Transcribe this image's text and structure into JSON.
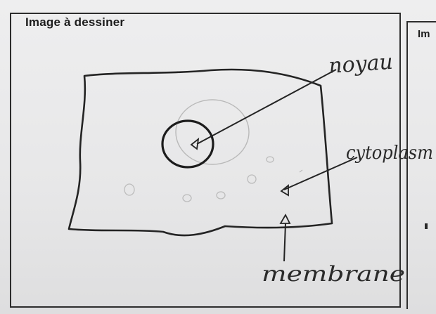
{
  "header": {
    "left_title": "Image à dessiner",
    "right_title_partial": "Im"
  },
  "labels": {
    "nucleus": "noyau",
    "cytoplasm": "cytoplasm",
    "membrane": "membrane"
  },
  "colors": {
    "paper": "#ececed",
    "ink": "#2a2a2a"
  }
}
